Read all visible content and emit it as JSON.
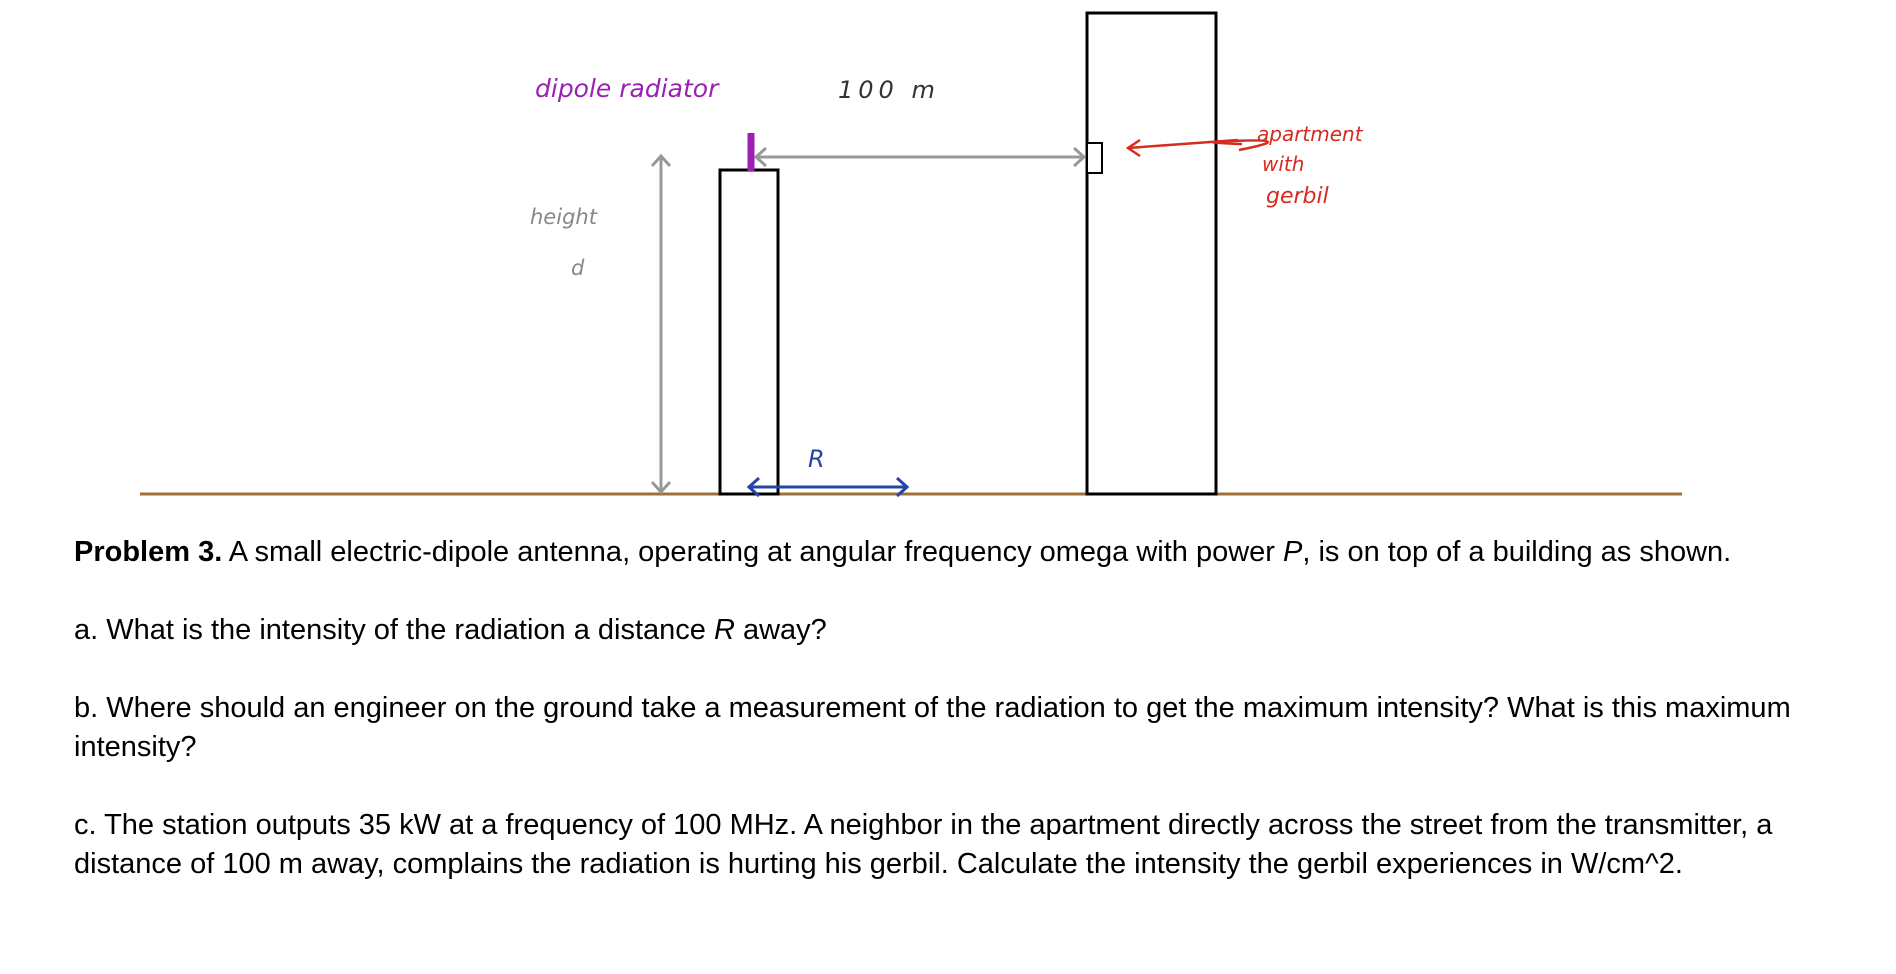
{
  "diagram": {
    "label_dipole": "dipole radiator",
    "label_distance": "100 m",
    "label_height_1": "height",
    "label_height_2": "d",
    "label_apartment_1": "apartment",
    "label_apartment_2": "with",
    "label_apartment_3": "gerbil",
    "label_R": "R",
    "colors": {
      "dipole": "#9b1fb3",
      "apartment_note": "#d62b1e",
      "R_arrow": "#2544a8",
      "ground": "#a0703a",
      "dimension": "#999999"
    }
  },
  "problem": {
    "title": "Problem 3.",
    "intro_1": " A small electric-dipole antenna, operating at angular frequency omega with power ",
    "intro_P": "P",
    "intro_2": ", is on top of a building as shown.",
    "a_1": "a. What is the intensity of the radiation a distance ",
    "a_R": "R",
    "a_2": " away?",
    "b": "b. Where should an engineer on the ground take a measurement of the radiation to get the maximum intensity? What is this maximum intensity?",
    "c": "c. The station outputs 35 kW at a frequency of 100 MHz. A neighbor in the apartment directly across the street from the transmitter, a distance of 100 m away, complains the radiation is hurting his gerbil. Calculate the intensity the gerbil experiences in  W/cm^2."
  }
}
